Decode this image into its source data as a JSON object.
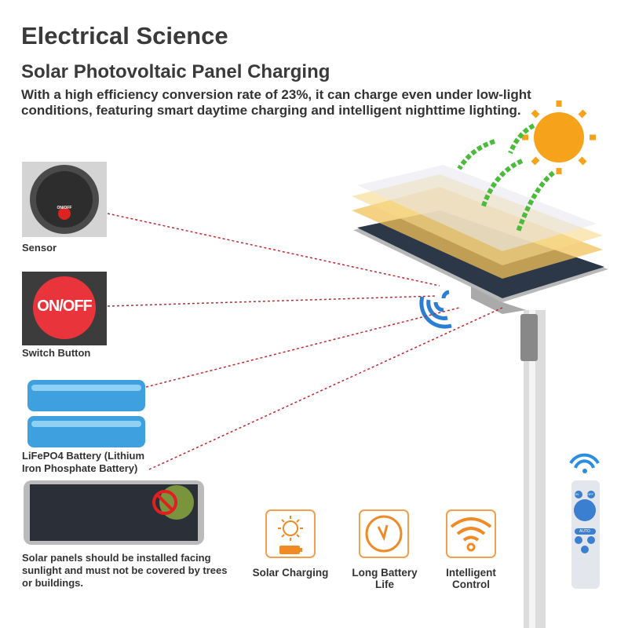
{
  "header": {
    "title": "Electrical Science",
    "subtitle": "Solar Photovoltaic Panel Charging",
    "description": "With a high efficiency conversion rate of 23%, it can charge even under low-light conditions, featuring smart daytime charging and intelligent nighttime lighting."
  },
  "components": [
    {
      "label": "Sensor",
      "icon": "sensor-icon",
      "badge": "ON/OFF"
    },
    {
      "label": "Switch Button",
      "icon": "switch-button-icon",
      "badge": "ON/OFF"
    },
    {
      "label": "LiFePO4 Battery (Lithium Iron Phosphate Battery)",
      "icon": "battery-icon"
    },
    {
      "label": "Solar panels should be installed facing sunlight and must not be covered by trees or buildings.",
      "icon": "solar-panel-icon"
    }
  ],
  "features": [
    {
      "label": "Solar Charging",
      "icon": "solar-charging-icon"
    },
    {
      "label": "Long Battery Life",
      "icon": "clock-icon"
    },
    {
      "label": "Intelligent Control",
      "icon": "wifi-icon"
    }
  ],
  "remote": {
    "buttons": [
      "ON",
      "OFF",
      "AUTO"
    ]
  },
  "colors": {
    "accent": "#f08a24",
    "dotted_line": "#c0282d",
    "remote_blue": "#3a7fd0",
    "sun": "#f7a21b",
    "arrow": "#4cbb3c"
  }
}
